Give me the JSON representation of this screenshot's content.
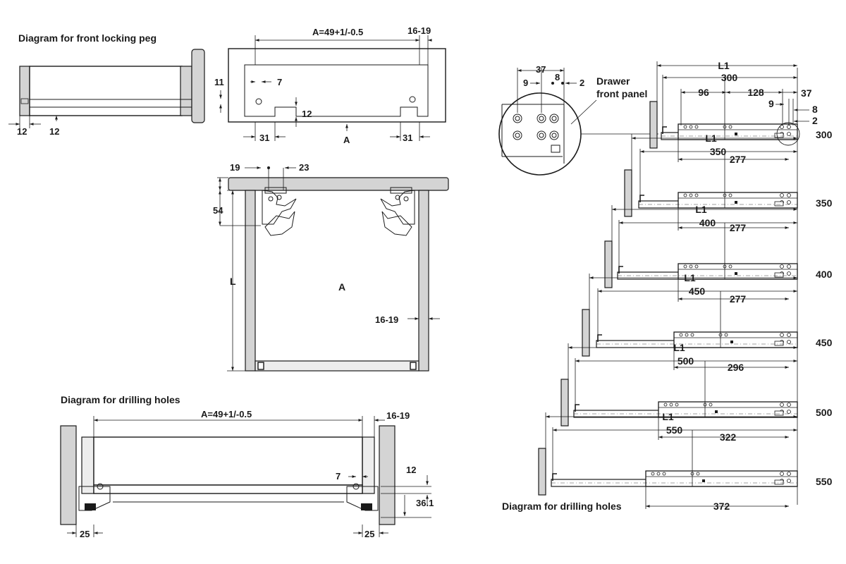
{
  "titles": {
    "front_peg": "Diagram for front locking peg",
    "drilling_left": "Diagram for drilling holes",
    "drilling_right": "Diagram for drilling holes",
    "front_panel_line1": "Drawer",
    "front_panel_line2": "front panel"
  },
  "front_peg": {
    "dim_a": "A=49+1/-0.5",
    "dim_1619": "16-19",
    "dim_11": "11",
    "dim_7": "7",
    "dim_12_inner": "12",
    "dim_31_left": "31",
    "dim_31_right": "31",
    "label_a": "A",
    "side_12_left": "12",
    "side_12_right": "12"
  },
  "cabinet": {
    "dim_19": "19",
    "dim_23": "23",
    "dim_54": "54",
    "dim_l": "L",
    "label_a": "A",
    "dim_1619": "16-19"
  },
  "drilling": {
    "dim_a": "A=49+1/-0.5",
    "dim_1619": "16-19",
    "dim_7": "7",
    "dim_12": "12",
    "dim_361": "36.1",
    "dim_25_left": "25",
    "dim_25_right": "25"
  },
  "detail": {
    "dim_37": "37",
    "dim_9": "9",
    "dim_8": "8",
    "dim_2": "2"
  },
  "runners": {
    "top_labels": {
      "l1": "L1",
      "d300": "300",
      "d96": "96",
      "d128": "128",
      "d37": "37",
      "d9": "9",
      "d8": "8",
      "d2": "2"
    },
    "items": [
      {
        "size": "300",
        "l1": "L1",
        "len": "300",
        "bottom": "277"
      },
      {
        "size": "350",
        "l1": "L1",
        "len": "350",
        "bottom": "277"
      },
      {
        "size": "400",
        "l1": "L1",
        "len": "400",
        "bottom": "277"
      },
      {
        "size": "450",
        "l1": "L1",
        "len": "450",
        "bottom": "296"
      },
      {
        "size": "500",
        "l1": "L1",
        "len": "500",
        "bottom": "322"
      },
      {
        "size": "550",
        "l1": "L1",
        "len": "550",
        "bottom": "372"
      }
    ]
  }
}
